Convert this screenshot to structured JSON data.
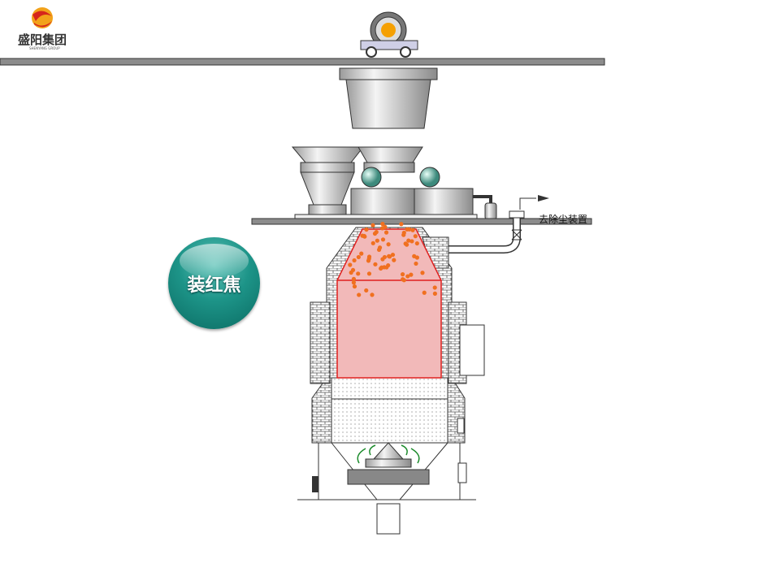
{
  "logo": {
    "name": "盛阳集团",
    "subtitle": "SHENYANG GROUP"
  },
  "labels": {
    "dust_removal": "去除尘装置"
  },
  "action_button": {
    "label": "装红焦"
  },
  "colors": {
    "button": "#1d9488",
    "coke_fill": "#f2b9b9",
    "coke_outline": "#e0201f",
    "particles": "#f07020",
    "gas_arrows": "#1a8a2a"
  }
}
